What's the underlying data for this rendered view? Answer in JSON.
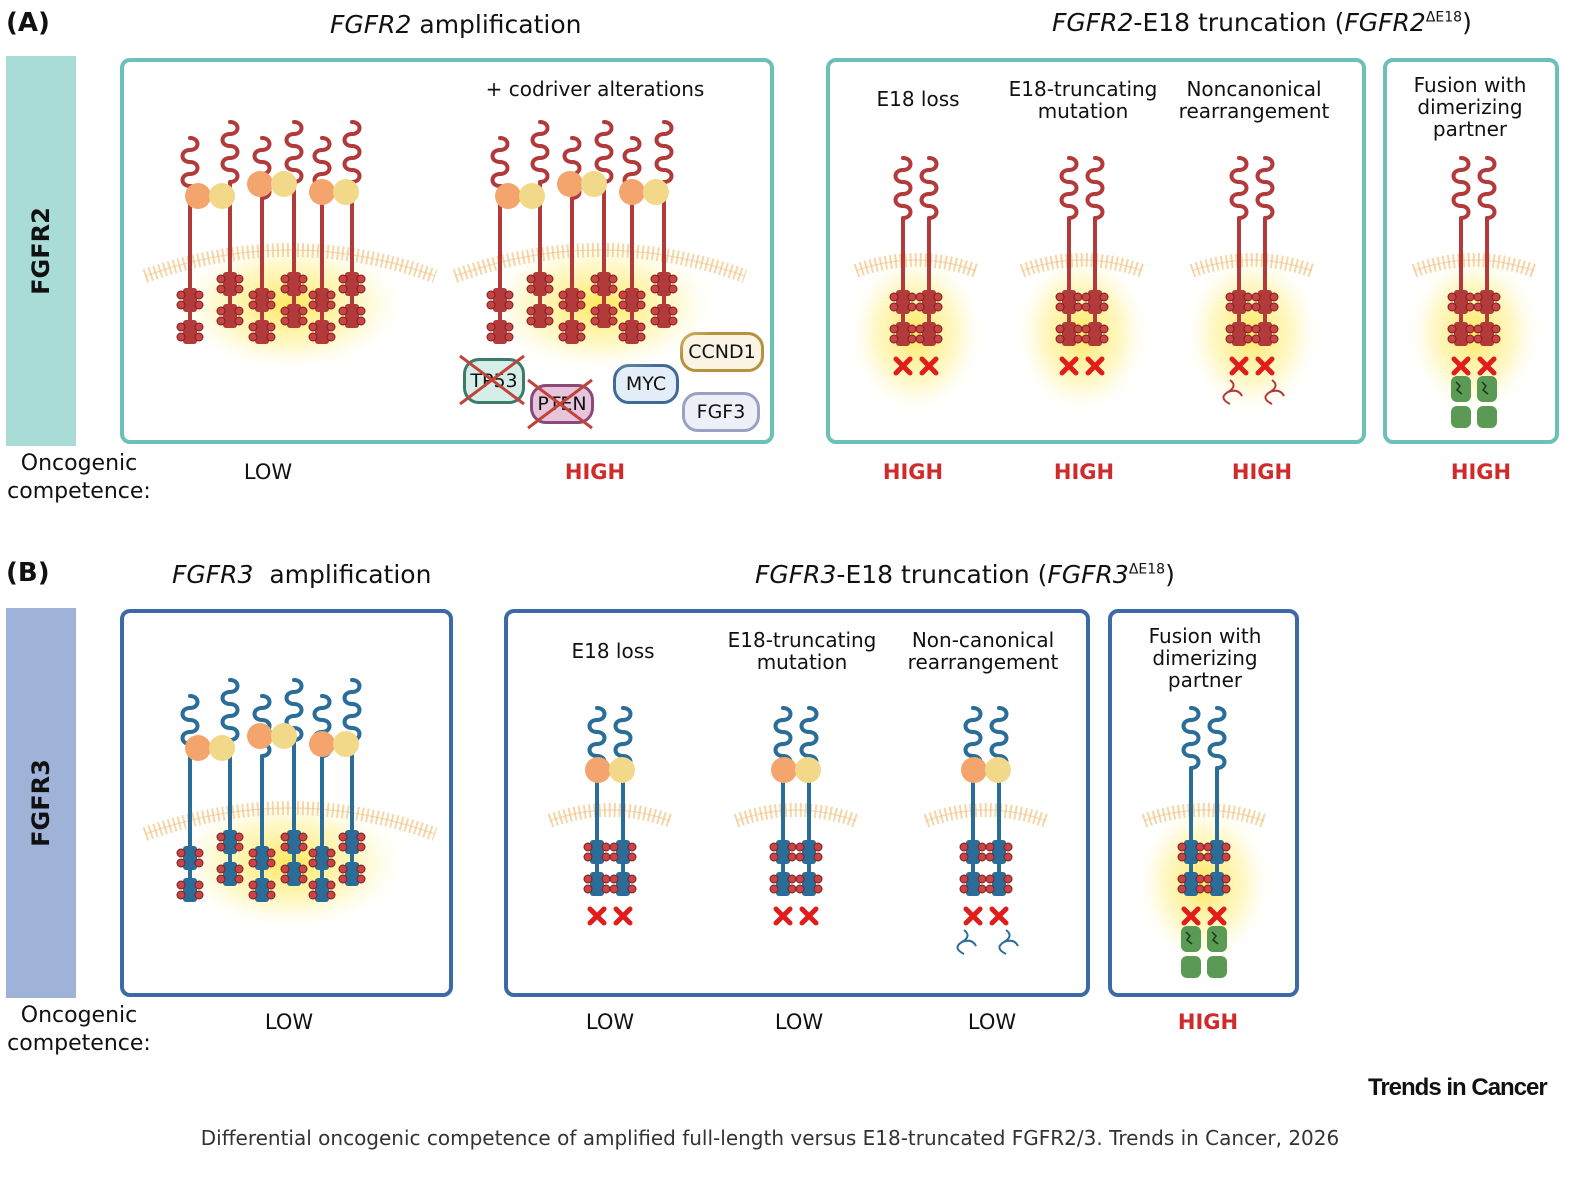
{
  "panel_a": {
    "letter": "(A)",
    "amp_title_gene": "FGFR2",
    "amp_title_rest": " amplification",
    "trunc_title_gene": "FGFR2",
    "trunc_title_mid": "-E18 truncation (",
    "trunc_title_gene2": "FGFR2",
    "trunc_title_sup": "ΔE18",
    "trunc_title_end": ")",
    "sidebar": "FGFR2",
    "codriver_label": "+ codriver alterations",
    "codriver_genes": [
      "TP53",
      "PTEN",
      "MYC",
      "CCND1",
      "FGF3"
    ],
    "col_labels": [
      "E18 loss",
      "E18-truncating mutation",
      "Noncanonical rearrangement",
      "Fusion with dimerizing partner"
    ],
    "competence_label": "Oncogenic competence:",
    "competence": [
      "LOW",
      "HIGH",
      "HIGH",
      "HIGH",
      "HIGH",
      "HIGH"
    ]
  },
  "panel_b": {
    "letter": "(B)",
    "amp_title_gene": "FGFR3",
    "amp_title_rest": "  amplification",
    "trunc_title_gene": "FGFR3",
    "trunc_title_mid": "-E18 truncation (",
    "trunc_title_gene2": "FGFR3",
    "trunc_title_sup": "ΔE18",
    "trunc_title_end": ")",
    "sidebar": "FGFR3",
    "col_labels": [
      "E18 loss",
      "E18-truncating mutation",
      "Non-canonical rearrangement",
      "Fusion with dimerizing partner"
    ],
    "competence_label": "Oncogenic competence:",
    "competence": [
      "LOW",
      "LOW",
      "LOW",
      "LOW",
      "HIGH"
    ]
  },
  "brand": "Trends in Cancer",
  "caption": "Differential oncogenic competence of amplified full-length versus E18-truncated FGFR2/3. Trends in Cancer, 2026",
  "colors": {
    "fgfr2_receptor": "#b33a3a",
    "fgfr3_receptor": "#2a6d99",
    "panel_a_border": "#6cc0b8",
    "panel_b_border": "#3e69a8",
    "sidebar_a": "#a9dbd7",
    "sidebar_b": "#9fb3d8",
    "high_text": "#d02a2a",
    "fusion_partner": "#5a9a55"
  }
}
